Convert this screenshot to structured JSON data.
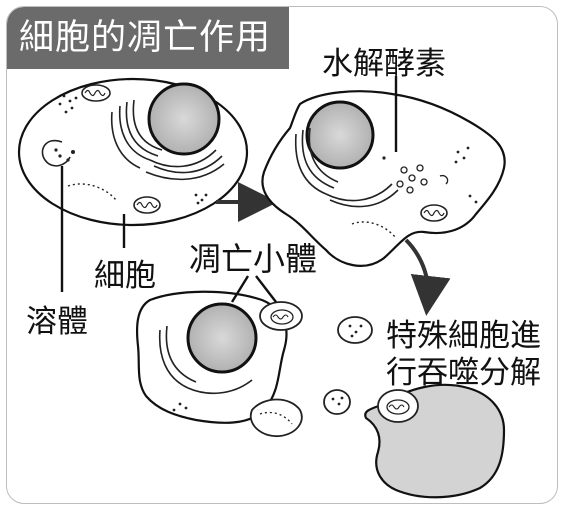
{
  "title": "細胞的凋亡作用",
  "labels": {
    "hydrolase": "水解酵素",
    "cell": "細胞",
    "lysosome": "溶體",
    "apoptotic_body": "凋亡小體",
    "phagocytosis_line1": "特殊細胞進",
    "phagocytosis_line2": "行吞噬分解"
  },
  "colors": {
    "title_bg": "#6b6b6b",
    "title_text": "#ffffff",
    "nucleus_fill": "#b8b8b8",
    "phagocyte_fill": "#d3d3d3",
    "outline": "#111111"
  }
}
